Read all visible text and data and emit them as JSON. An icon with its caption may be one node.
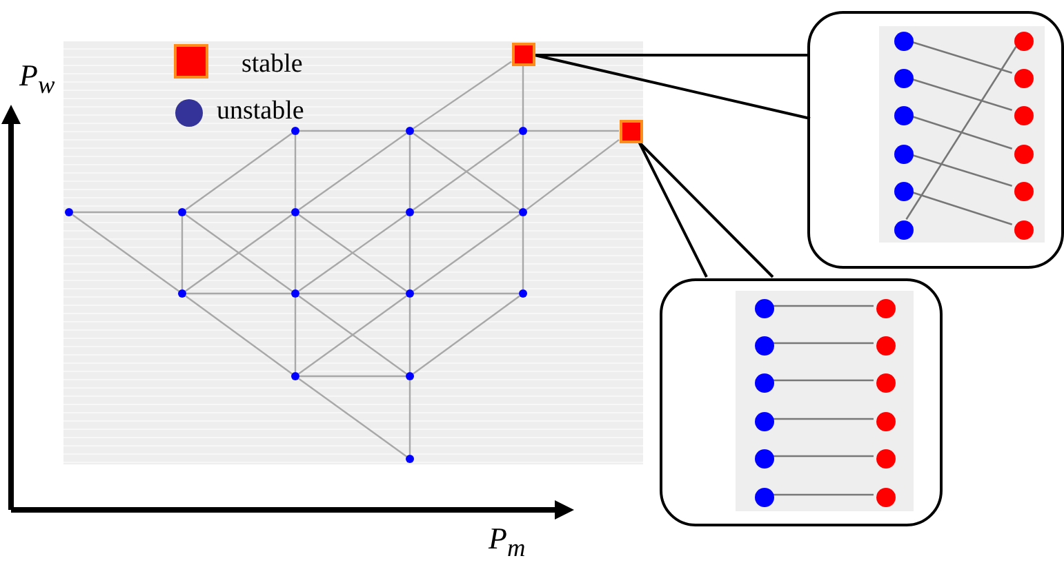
{
  "diagram": {
    "nodes": [
      {
        "text": [],
        "shape": "box"
      },
      {
        "text": [],
        "shape": "circle"
      },
      {
        "text": [],
        "shape": "circle"
      },
      {
        "text": [],
        "shape": "circle"
      },
      {
        "text": [],
        "shape": "box"
      },
      {
        "text": [],
        "shape": "circle"
      },
      {
        "text": [],
        "shape": "circle"
      },
      {
        "text": [],
        "shape": "circle"
      },
      {
        "text": [],
        "shape": "circle"
      },
      {
        "text": [],
        "shape": "circle"
      },
      {
        "text": [],
        "shape": "circle"
      },
      {
        "text": [],
        "shape": "circle"
      },
      {
        "text": [],
        "shape": "circle"
      },
      {
        "text": [],
        "shape": "circle"
      },
      {
        "text": [],
        "shape": "circle"
      },
      {
        "text": [],
        "shape": "circle"
      },
      {
        "text": [],
        "shape": "circle"
      },
      {
        "text": [],
        "shape": "callout"
      },
      {
        "text": [],
        "shape": "circle",
        "in": 17
      },
      {
        "text": [],
        "shape": "circle",
        "in": 17
      },
      {
        "text": [],
        "shape": "circle",
        "in": 17
      },
      {
        "text": [],
        "shape": "circle",
        "in": 17
      },
      {
        "text": [],
        "shape": "circle",
        "in": 17
      },
      {
        "text": [],
        "shape": "circle",
        "in": 17
      },
      {
        "text": [],
        "shape": "circle",
        "in": 17
      },
      {
        "text": [],
        "shape": "circle",
        "in": 17
      },
      {
        "text": [],
        "shape": "circle",
        "in": 17
      },
      {
        "text": [],
        "shape": "circle",
        "in": 17
      },
      {
        "text": [],
        "shape": "circle",
        "in": 17
      },
      {
        "text": [],
        "shape": "circle",
        "in": 17
      },
      {
        "text": [],
        "shape": "callout"
      },
      {
        "text": [],
        "shape": "circle",
        "in": 30
      },
      {
        "text": [],
        "shape": "circle",
        "in": 30
      },
      {
        "text": [],
        "shape": "circle",
        "in": 30
      },
      {
        "text": [],
        "shape": "circle",
        "in": 30
      },
      {
        "text": [],
        "shape": "circle",
        "in": 30
      },
      {
        "text": [],
        "shape": "circle",
        "in": 30
      },
      {
        "text": [],
        "shape": "circle",
        "in": 30
      },
      {
        "text": [],
        "shape": "circle",
        "in": 30
      },
      {
        "text": [],
        "shape": "circle",
        "in": 30
      },
      {
        "text": [],
        "shape": "circle",
        "in": 30
      },
      {
        "text": [],
        "shape": "circle",
        "in": 30
      },
      {
        "text": [],
        "shape": "circle",
        "in": 30
      }
    ],
    "edges": [
      {
        "from": 0,
        "to": 2,
        "arrow": "none"
      },
      {
        "from": 0,
        "to": 3,
        "arrow": "none"
      },
      {
        "from": 1,
        "to": 2,
        "arrow": "none"
      },
      {
        "from": 2,
        "to": 3,
        "arrow": "none"
      },
      {
        "from": 3,
        "to": 4,
        "arrow": "none"
      },
      {
        "from": 1,
        "to": 6,
        "arrow": "none"
      },
      {
        "from": 1,
        "to": 7,
        "arrow": "none"
      },
      {
        "from": 2,
        "to": 7,
        "arrow": "none"
      },
      {
        "from": 2,
        "to": 8,
        "arrow": "none"
      },
      {
        "from": 2,
        "to": 9,
        "arrow": "none"
      },
      {
        "from": 3,
        "to": 8,
        "arrow": "none"
      },
      {
        "from": 3,
        "to": 9,
        "arrow": "none"
      },
      {
        "from": 4,
        "to": 9,
        "arrow": "none"
      },
      {
        "from": 5,
        "to": 6,
        "arrow": "none"
      },
      {
        "from": 6,
        "to": 7,
        "arrow": "none"
      },
      {
        "from": 7,
        "to": 8,
        "arrow": "none"
      },
      {
        "from": 8,
        "to": 9,
        "arrow": "none"
      },
      {
        "from": 5,
        "to": 10,
        "arrow": "none"
      },
      {
        "from": 6,
        "to": 10,
        "arrow": "none"
      },
      {
        "from": 6,
        "to": 11,
        "arrow": "none"
      },
      {
        "from": 7,
        "to": 10,
        "arrow": "none"
      },
      {
        "from": 7,
        "to": 11,
        "arrow": "none"
      },
      {
        "from": 7,
        "to": 12,
        "arrow": "none"
      },
      {
        "from": 8,
        "to": 11,
        "arrow": "none"
      },
      {
        "from": 8,
        "to": 12,
        "arrow": "none"
      },
      {
        "from": 9,
        "to": 12,
        "arrow": "none"
      },
      {
        "from": 9,
        "to": 13,
        "arrow": "none"
      },
      {
        "from": 10,
        "to": 11,
        "arrow": "none"
      },
      {
        "from": 11,
        "to": 12,
        "arrow": "none"
      },
      {
        "from": 12,
        "to": 13,
        "arrow": "none"
      },
      {
        "from": 10,
        "to": 14,
        "arrow": "none"
      },
      {
        "from": 11,
        "to": 14,
        "arrow": "none"
      },
      {
        "from": 11,
        "to": 15,
        "arrow": "none"
      },
      {
        "from": 12,
        "to": 14,
        "arrow": "none"
      },
      {
        "from": 12,
        "to": 15,
        "arrow": "none"
      },
      {
        "from": 13,
        "to": 15,
        "arrow": "none"
      },
      {
        "from": 14,
        "to": 15,
        "arrow": "none"
      },
      {
        "from": 14,
        "to": 16,
        "arrow": "none"
      },
      {
        "from": 15,
        "to": 16,
        "arrow": "none"
      },
      {
        "from": 0,
        "to": 17,
        "arrow": "none",
        "color": "#000000"
      },
      {
        "from": 18,
        "to": 21,
        "arrow": "none"
      },
      {
        "from": 20,
        "to": 23,
        "arrow": "none"
      },
      {
        "from": 22,
        "to": 25,
        "arrow": "none"
      },
      {
        "from": 24,
        "to": 27,
        "arrow": "none"
      },
      {
        "from": 26,
        "to": 29,
        "arrow": "none"
      },
      {
        "from": 28,
        "to": 19,
        "arrow": "none"
      },
      {
        "from": 4,
        "to": 30,
        "arrow": "none",
        "color": "#000000"
      },
      {
        "from": 31,
        "to": 32,
        "arrow": "none"
      },
      {
        "from": 33,
        "to": 34,
        "arrow": "none"
      },
      {
        "from": 35,
        "to": 36,
        "arrow": "none"
      },
      {
        "from": 37,
        "to": 38,
        "arrow": "none"
      },
      {
        "from": 39,
        "to": 40,
        "arrow": "none"
      },
      {
        "from": 41,
        "to": 42,
        "arrow": "none"
      }
    ],
    "labels": [
      "P$_{w}$",
      "P$_{m}$"
    ],
    "legend": [
      {
        "text": "stable"
      },
      {
        "text": "unstable"
      }
    ]
  }
}
